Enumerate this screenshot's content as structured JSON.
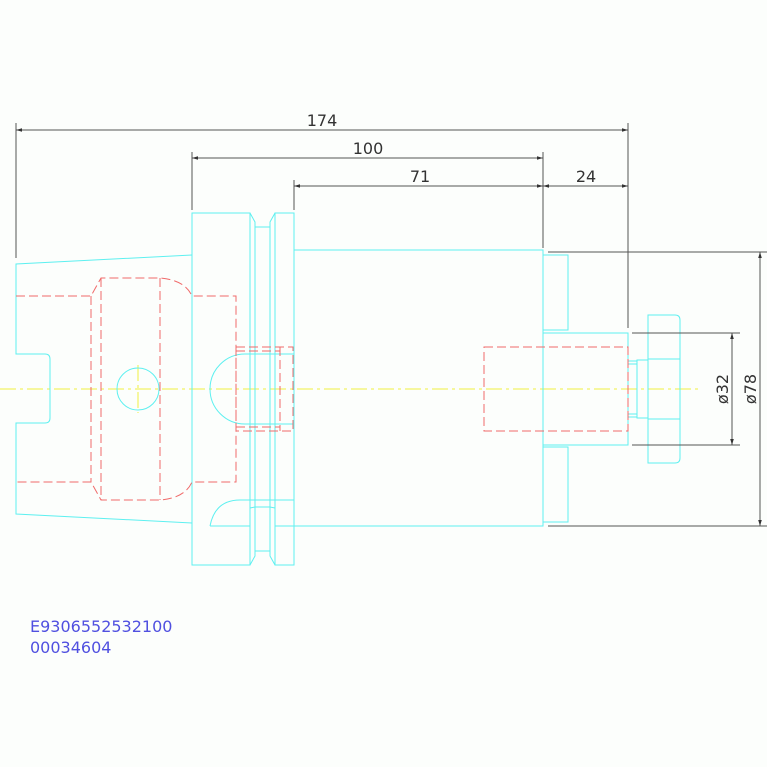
{
  "dimensions": {
    "overall_length": "174",
    "flange_to_body_end": "100",
    "body_length": "71",
    "pilot_length": "24",
    "pilot_diameter": "ø32",
    "body_diameter": "ø78"
  },
  "labels": {
    "part_number": "E9306552532100",
    "item_code": "00034604"
  },
  "colors": {
    "outline": "#5ef0f0",
    "hidden": "#f06a6a",
    "centerline": "#f0f040",
    "text": "#5050e0"
  }
}
